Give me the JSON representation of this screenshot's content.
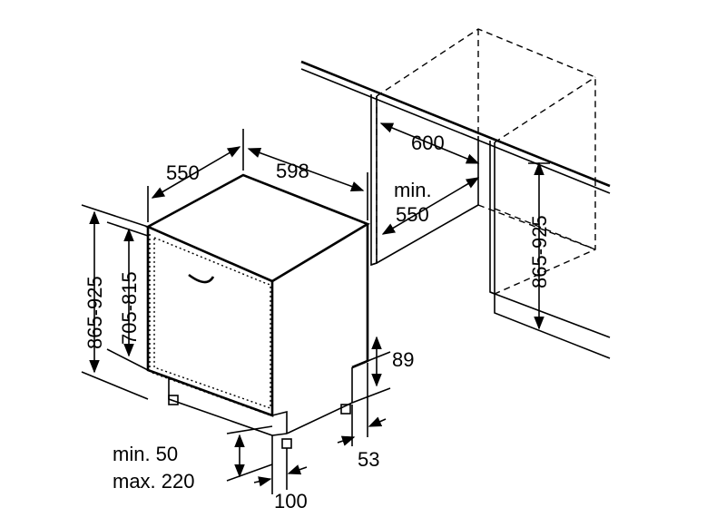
{
  "dimensions": {
    "depth": "550",
    "width": "598",
    "height_total": "865-925",
    "height_door": "705-815",
    "plinth_height": "89",
    "plinth_setback": "53",
    "foot_offset": "100",
    "niche_width": "600",
    "niche_depth_min_label": "min.",
    "niche_depth_value": "550",
    "niche_height": "865-925",
    "door_gap_min": "min. 50",
    "door_gap_max": "max. 220"
  }
}
